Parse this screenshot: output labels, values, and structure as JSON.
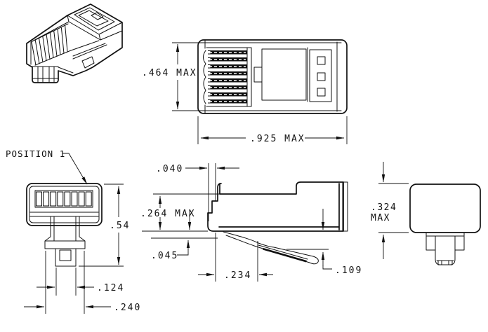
{
  "drawing": {
    "type": "engineering-outline-drawing",
    "subject": "modular-plug-connector",
    "background": "#ffffff",
    "ink_color": "#111111"
  },
  "views": {
    "top": {
      "height_dim": ".464 MAX",
      "width_dim": ".925 MAX"
    },
    "front": {
      "position_label": "POSITION 1",
      "height_dim": ".54",
      "stem_width_dim": ".124",
      "base_width_dim": ".240"
    },
    "side": {
      "nose_width_dim": ".040",
      "height_dim": ".264 MAX",
      "shelf_dim": ".045",
      "latch_offset_dim": ".234",
      "latch_drop_dim": ".109"
    },
    "rear": {
      "height_dim": ".324",
      "height_dim_suffix": "MAX"
    }
  }
}
